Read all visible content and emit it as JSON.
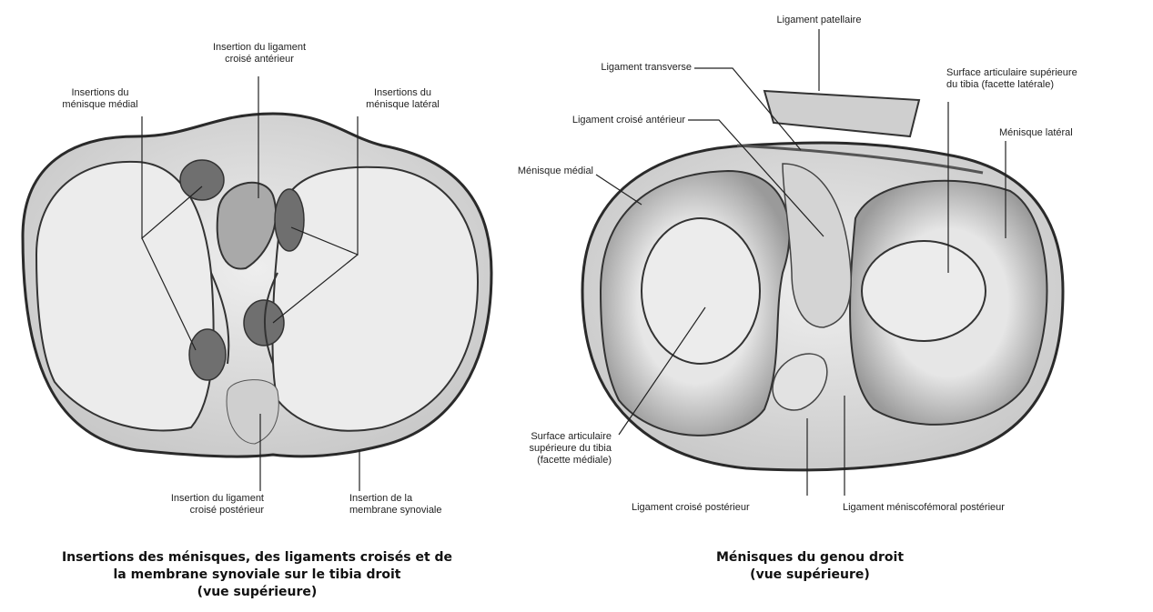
{
  "left_figure": {
    "labels": {
      "acl_insertion": [
        "Insertion du ligament",
        "croisé antérieur"
      ],
      "medial_meniscus_insertions": [
        "Insertions du",
        "ménisque médial"
      ],
      "lateral_meniscus_insertions": [
        "Insertions du",
        "ménisque latéral"
      ],
      "pcl_insertion": [
        "Insertion du ligament",
        "croisé postérieur"
      ],
      "synovial_insertion": [
        "Insertion de la",
        "membrane synoviale"
      ]
    },
    "caption": [
      "Insertions des ménisques, des ligaments croisés et de",
      "la membrane synoviale sur le tibia droit",
      "(vue supérieure)"
    ]
  },
  "right_figure": {
    "labels": {
      "patellar_ligament": "Ligament patellaire",
      "transverse_ligament": "Ligament transverse",
      "acl": "Ligament croisé antérieur",
      "medial_meniscus": "Ménisque médial",
      "lateral_surface": [
        "Surface articulaire supérieure",
        "du tibia (facette latérale)"
      ],
      "lateral_meniscus": "Ménisque latéral",
      "medial_surface": [
        "Surface articulaire",
        "supérieure du tibia",
        "(facette médiale)"
      ],
      "pcl": "Ligament croisé postérieur",
      "posterior_meniscofemoral": "Ligament méniscofémoral postérieur"
    },
    "caption": [
      "Ménisques du genou droit",
      "(vue supérieure)"
    ]
  },
  "colors": {
    "outline": "#2a2a2a",
    "tibia_fill": "#d9d9d9",
    "facet_fill": "#ececec",
    "insertion_fill": "#6f6f6f",
    "meniscus_fill": "#bdbdbd"
  }
}
